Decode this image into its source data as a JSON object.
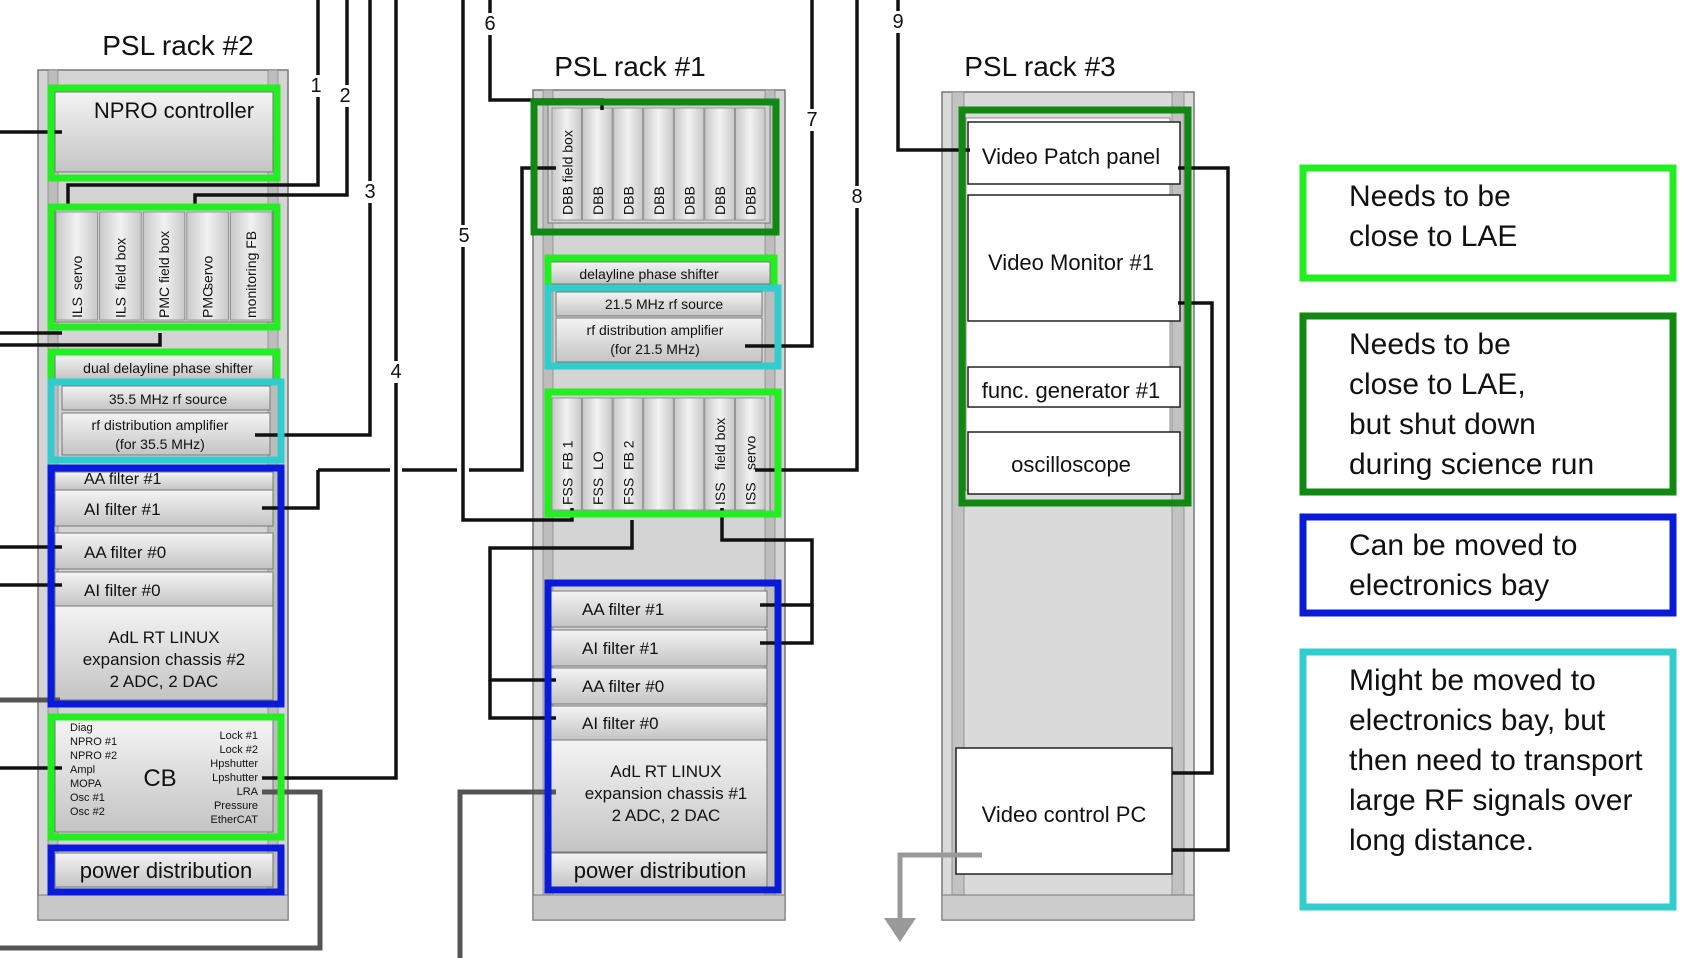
{
  "racks": {
    "rack2": {
      "title": "PSL rack #2",
      "npro_controller": "NPRO controller",
      "servo_units": [
        {
          "top": "servo",
          "bottom": "ILS"
        },
        {
          "top": "field box",
          "bottom": "ILS"
        },
        {
          "top": "PMC field box",
          "bottom": ""
        },
        {
          "top": "servo",
          "bottom": "PMC"
        },
        {
          "top": "monitoring FB",
          "bottom": ""
        }
      ],
      "dual_delayline": "dual delayline phase shifter",
      "rf_source": "35.5 MHz rf source",
      "rf_amp_line1": "rf distribution amplifier",
      "rf_amp_line2": "(for 35.5 MHz)",
      "aa_filter_1_partial": "AA filter #1",
      "ai_filter_1": "AI filter #1",
      "aa_filter_0": "AA filter #0",
      "ai_filter_0": "AI filter #0",
      "chassis_line1": "AdL RT LINUX",
      "chassis_line2": "expansion chassis #2",
      "chassis_line3": "2 ADC, 2 DAC",
      "cb_label": "CB",
      "cb_left": [
        "Diag",
        "NPRO #1",
        "NPRO #2",
        "Ampl",
        "MOPA",
        "Osc #1",
        "Osc #2"
      ],
      "cb_right": [
        "Lock #1",
        "Lock #2",
        "Hpshutter",
        "Lpshutter",
        "LRA",
        "Pressure",
        "EtherCAT"
      ],
      "power": "power distribution"
    },
    "rack1": {
      "title": "PSL rack #1",
      "dbb_units": [
        "DBB field box",
        "DBB",
        "DBB",
        "DBB",
        "DBB",
        "DBB",
        "DBB"
      ],
      "delayline": "delayline phase shifter",
      "rf_source": "21.5 MHz rf source",
      "rf_amp_line1": "rf distribution amplifier",
      "rf_amp_line2": "(for 21.5 MHz)",
      "fss_units": [
        {
          "top": "FB 1",
          "bottom": "FSS"
        },
        {
          "top": "LO",
          "bottom": "FSS"
        },
        {
          "top": "FB 2",
          "bottom": "FSS"
        },
        {
          "top": "",
          "bottom": ""
        },
        {
          "top": "",
          "bottom": ""
        },
        {
          "top": "field box",
          "bottom": "ISS"
        },
        {
          "top": "servo",
          "bottom": "ISS"
        }
      ],
      "aa_filter_1": "AA filter #1",
      "ai_filter_1": "AI filter #1",
      "aa_filter_0": "AA filter #0",
      "ai_filter_0": "AI filter #0",
      "chassis_line1": "AdL RT LINUX",
      "chassis_line2": "expansion chassis #1",
      "chassis_line3": "2 ADC, 2 DAC",
      "power": "power distribution"
    },
    "rack3": {
      "title": "PSL rack #3",
      "video_patch": "Video Patch panel",
      "video_monitor": "Video Monitor #1",
      "func_gen": "func. generator #1",
      "oscilloscope": "oscilloscope",
      "video_pc": "Video control PC"
    }
  },
  "cable_numbers": [
    "1",
    "2",
    "3",
    "4",
    "5",
    "6",
    "7",
    "8",
    "9"
  ],
  "legend": [
    {
      "lines": [
        "Needs to be",
        "close to LAE"
      ],
      "color": "#22ee22"
    },
    {
      "lines": [
        "Needs to be",
        "close to LAE,",
        "but shut down",
        "during science run"
      ],
      "color": "#118811"
    },
    {
      "lines": [
        "Can be moved to",
        "electronics bay"
      ],
      "color": "#0a1adb"
    },
    {
      "lines": [
        "Might be moved to",
        "electronics bay, but",
        "then need to transport",
        "large RF signals over",
        "long distance."
      ],
      "color": "#33cccc"
    }
  ],
  "colors": {
    "light_green": "#22ee22",
    "dark_green": "#118811",
    "blue": "#0a1adb",
    "cyan": "#33cccc",
    "rack_gray": "#d6d6d6"
  }
}
